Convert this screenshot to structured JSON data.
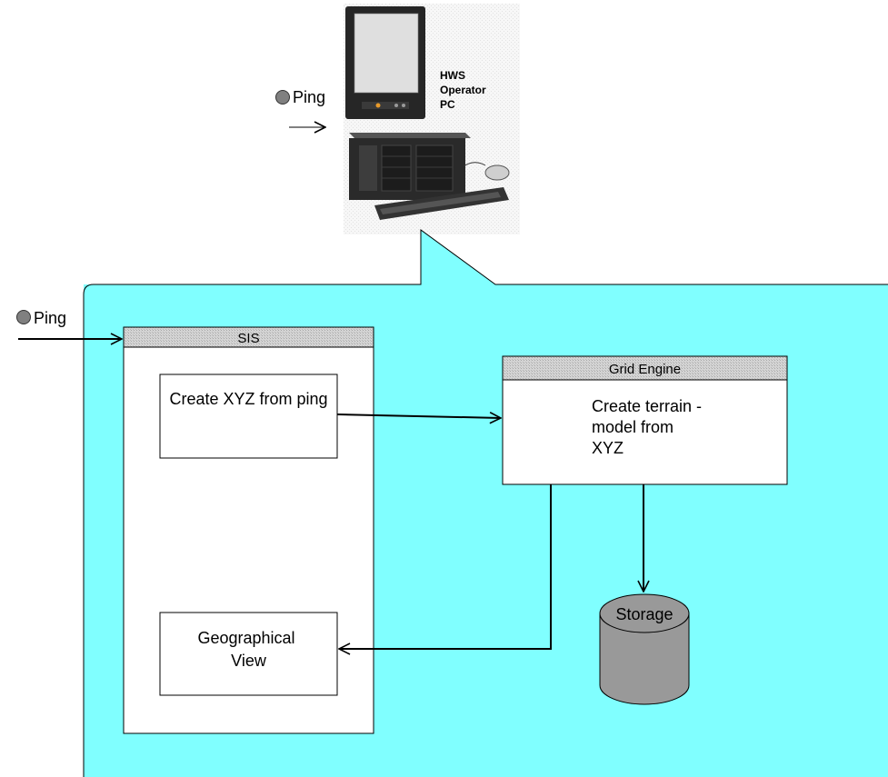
{
  "pc": {
    "caption_lines": [
      "HWS",
      "Operator",
      "PC"
    ]
  },
  "ping_top": {
    "label": "Ping"
  },
  "ping_left": {
    "label": "Ping"
  },
  "sis": {
    "title": "SIS",
    "create_xyz_label": "Create XYZ from ping",
    "geo_view_lines": [
      "Geographical",
      "View"
    ]
  },
  "grid_engine": {
    "title": "Grid Engine",
    "body_lines": [
      "Create terrain -",
      "model from",
      "XYZ"
    ]
  },
  "storage": {
    "label": "Storage"
  },
  "colors": {
    "callout_fill": "#80ffff",
    "header_fill": "#c0c0c0",
    "storage_fill": "#999999",
    "ping_dot": "#808080"
  }
}
